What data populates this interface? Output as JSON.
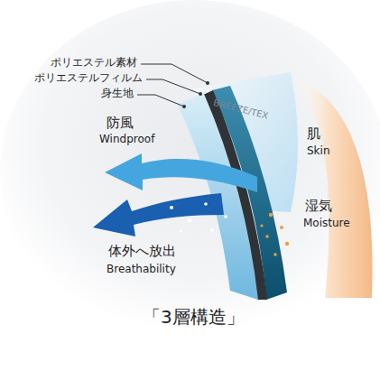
{
  "diagram": {
    "caption": "「3層構造」",
    "labels": [
      "ポリエステル素材",
      "ポリエステルフィルム",
      "身生地",
      "BREEZE/TEX",
      "防風",
      "Windproof",
      "肌",
      "Skin",
      "湿気",
      "Moisture",
      "体外へ放出",
      "Breathability"
    ]
  }
}
